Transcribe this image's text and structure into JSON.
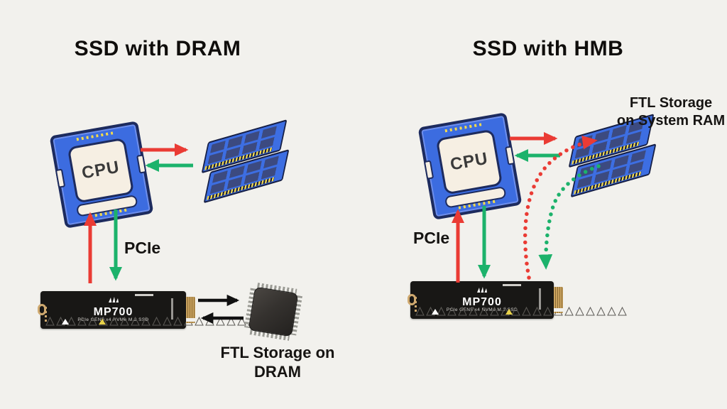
{
  "left": {
    "title": "SSD with DRAM",
    "cpu_label": "CPU",
    "pcie_label": "PCIe",
    "ftl_line1": "FTL Storage on",
    "ftl_line2": "DRAM",
    "ssd_model": "MP700",
    "ssd_subtitle": "PCIe GEN5 x4 NVMe M.2 SSD",
    "arrows": [
      {
        "from": "CPU",
        "to": "RAM",
        "color": "red",
        "style": "solid"
      },
      {
        "from": "RAM",
        "to": "CPU",
        "color": "green",
        "style": "solid"
      },
      {
        "from": "SSD",
        "to": "CPU",
        "color": "red",
        "style": "solid",
        "label": "PCIe"
      },
      {
        "from": "CPU",
        "to": "SSD",
        "color": "green",
        "style": "solid",
        "label": "PCIe"
      },
      {
        "from": "SSD",
        "to": "DRAM chip",
        "color": "black",
        "style": "solid"
      },
      {
        "from": "DRAM chip",
        "to": "SSD",
        "color": "black",
        "style": "solid"
      }
    ]
  },
  "right": {
    "title": "SSD with HMB",
    "cpu_label": "CPU",
    "pcie_label": "PCIe",
    "ftl_line1": "FTL Storage",
    "ftl_line2": "on System RAM",
    "ssd_model": "MP700",
    "ssd_subtitle": "PCIe GEN5 x4 NVMe M.2 SSD",
    "arrows": [
      {
        "from": "CPU",
        "to": "RAM",
        "color": "red",
        "style": "solid"
      },
      {
        "from": "RAM",
        "to": "CPU",
        "color": "green",
        "style": "solid"
      },
      {
        "from": "SSD",
        "to": "CPU",
        "color": "red",
        "style": "solid",
        "label": "PCIe"
      },
      {
        "from": "CPU",
        "to": "SSD",
        "color": "green",
        "style": "solid",
        "label": "PCIe"
      },
      {
        "from": "SSD",
        "to": "System RAM",
        "color": "red",
        "style": "dotted"
      },
      {
        "from": "System RAM",
        "to": "SSD",
        "color": "green",
        "style": "dotted"
      }
    ]
  },
  "colors": {
    "background": "#f2f1ed",
    "arrow_red": "#ea3b34",
    "arrow_green": "#1cb26b",
    "arrow_black": "#111111",
    "cpu_blue": "#3c6ce0",
    "ram_blue": "#3d6ee2",
    "ssd_black": "#181715",
    "connector_gold": "#caa35f",
    "pin_yellow": "#f2d94e",
    "text": "#161412"
  }
}
